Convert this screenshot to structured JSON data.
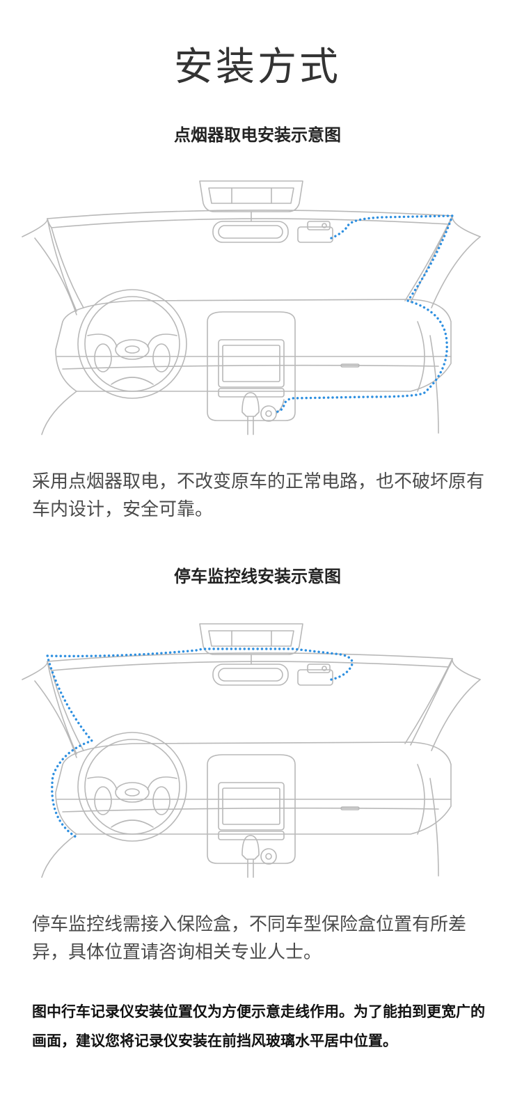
{
  "page": {
    "title": "安装方式"
  },
  "sections": [
    {
      "subtitle": "点烟器取电安装示意图",
      "description": "采用点烟器取电，不改变原车的正常电路，也不破坏原有车内设计，安全可靠。"
    },
    {
      "subtitle": "停车监控线安装示意图",
      "description": "停车监控线需接入保险盒，不同车型保险盒位置有所差异，具体位置请咨询相关专业人士。"
    }
  ],
  "note": "图中行车记录仪安装位置仅为方便示意走线作用。为了能拍到更宽广的画面，建议您将记录仪安装在前挡风玻璃水平居中位置。",
  "colors": {
    "wire": "#2d8fe0",
    "outline": "#b8b8b8"
  },
  "icons": [
    "car-interior-illustration",
    "dashcam-icon",
    "rearview-mirror-icon",
    "steering-wheel-icon",
    "cigarette-lighter-icon"
  ]
}
